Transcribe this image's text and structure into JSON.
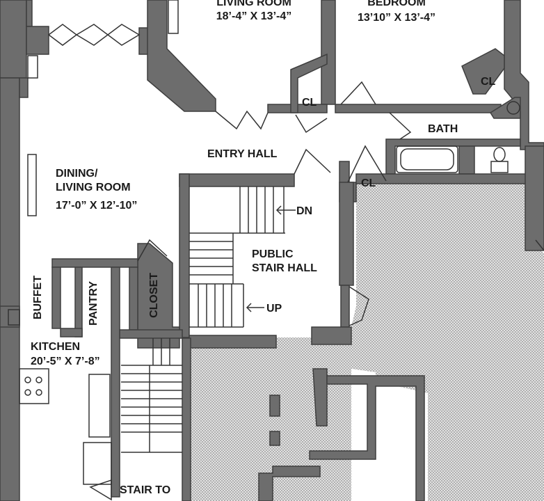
{
  "rooms": {
    "living_room": {
      "name": "LIVING ROOM",
      "dims": "18’-4” X 13’-4”"
    },
    "bedroom": {
      "name": "BEDROOM",
      "dims": "13’10” X 13’-4”"
    },
    "entry_hall": {
      "name": "ENTRY HALL"
    },
    "bath": {
      "name": "BATH"
    },
    "closet_cl_1": {
      "name": "CL"
    },
    "closet_cl_2": {
      "name": "CL"
    },
    "closet_cl_3": {
      "name": "CL"
    },
    "dining": {
      "name": "DINING/\nLIVING ROOM",
      "dims": "17’-0” X 12’-10”"
    },
    "public_stair_hall": {
      "name": "PUBLIC\nSTAIR HALL"
    },
    "buffet": {
      "name": "BUFFET"
    },
    "pantry": {
      "name": "PANTRY"
    },
    "closet": {
      "name": "CLOSET"
    },
    "kitchen": {
      "name": "KITCHEN",
      "dims": "20’-5” X 7’-8”"
    },
    "stair_to": {
      "name": "STAIR TO"
    }
  },
  "stair_labels": {
    "down": "DN",
    "up": "UP"
  },
  "colors": {
    "wall": "#6d6d6d",
    "common_area": "#d6d6d6",
    "background": "#ffffff"
  }
}
